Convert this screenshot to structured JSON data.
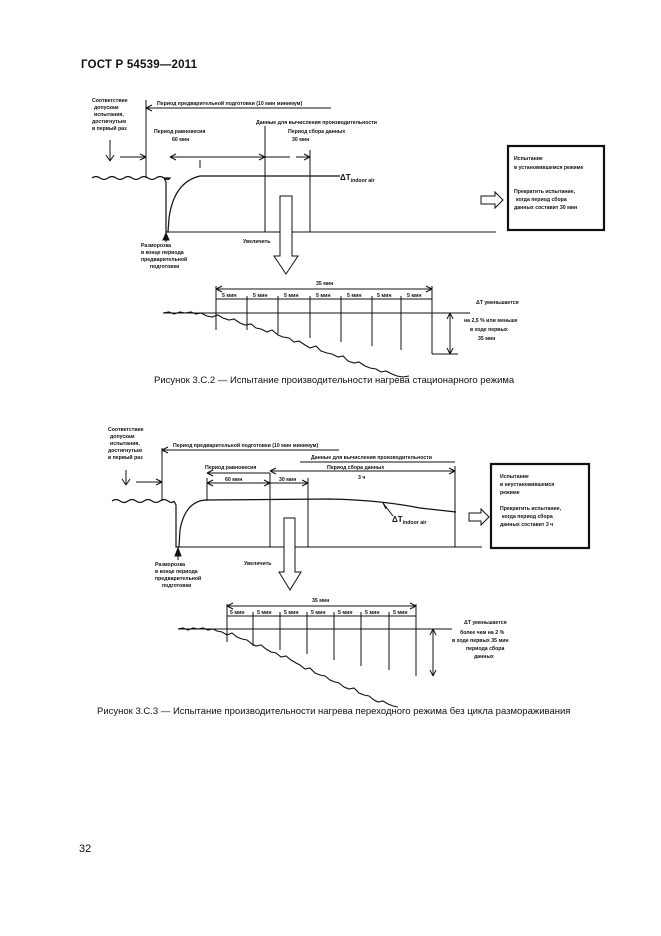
{
  "header": {
    "title": "ГОСТ Р 54539—2011"
  },
  "figures": [
    {
      "caption": "Рисунок 3.С.2 — Испытание производительности нагрева стационарного режима",
      "labels": {
        "conditions": [
          "Соответствие",
          "допускам",
          "испытания,",
          "достигнутым",
          "в первый раз"
        ],
        "preliminary": "Период предварительной подготовки (10 мин минимум)",
        "data_calc": "Данные для вычисления производительности",
        "equilibrium": "Период равновесия",
        "equilibrium_time": "60 мин",
        "data_collect": "Период сбора данных",
        "data_collect_time": "30 мин",
        "delta_t": "ΔT",
        "delta_sub": "indoor air",
        "defrost": [
          "Разморозка",
          "в конце периода",
          "предварительной",
          "подготовки"
        ],
        "zoom": "Увеличить",
        "box": [
          "Испытание",
          "в установившемся режиме",
          "",
          "Прекратить испытание,",
          "когда период сбора",
          "данных составит 30 мин"
        ],
        "zoom_total": "35 мин",
        "zoom_intervals": [
          "5 мин",
          "5 мин",
          "5 мин",
          "5 мин",
          "5 мин",
          "5 мин",
          "5 мин"
        ],
        "note": [
          "ΔT уменьшается",
          "на 2,5 % или меньше",
          "в ходе первых",
          "35 мин"
        ]
      }
    },
    {
      "caption": "Рисунок 3.С.3 — Испытание производительности нагрева переходного режима без цикла размораживания",
      "labels": {
        "conditions": [
          "Соответствие",
          "допускам",
          "испытания,",
          "достигнутым",
          "в первый раз"
        ],
        "preliminary": "Период предварительной подготовки (10 мин минимум)",
        "data_calc": "Данные для вычисления производительности",
        "equilibrium": "Период равновесия",
        "equilibrium_time": "60 мин",
        "data_collect": "Период сбора данных",
        "data_collect_time": "3 ч",
        "pre_interval": "30 мин",
        "delta_t": "ΔT",
        "delta_sub": "indoor air",
        "defrost": [
          "Разморозка",
          "в конце периода",
          "предварительной",
          "подготовки"
        ],
        "zoom": "Увеличить",
        "box": [
          "Испытание",
          "в неустановившемся",
          "режиме",
          "",
          "Прекратить испытание,",
          "когда период сбора",
          "данных составит 3 ч"
        ],
        "zoom_total": "35 мин",
        "zoom_intervals": [
          "5 мин",
          "5 мин",
          "5 мин",
          "5 мин",
          "5 мин",
          "5 мин",
          "5 мин"
        ],
        "note": [
          "ΔT уменьшается",
          "более чем на 2 %",
          "в ходе первых 35 мин",
          "периода сбора",
          "данных"
        ]
      }
    }
  ],
  "footer": {
    "page_number": "32"
  }
}
